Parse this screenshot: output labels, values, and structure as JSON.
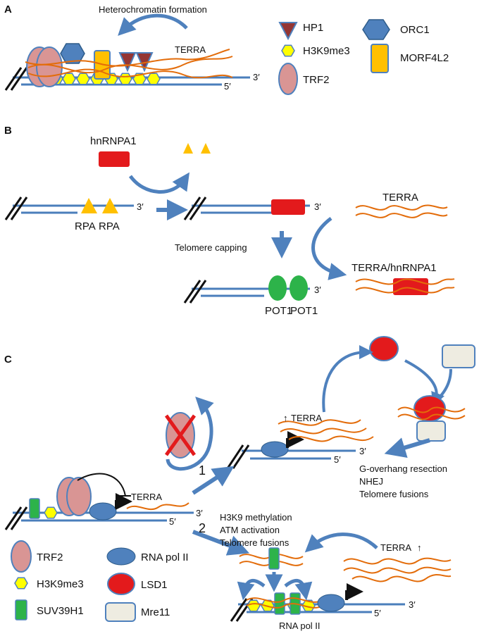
{
  "colors": {
    "dna": "#4a7ebb",
    "terra": "#e36c0a",
    "trf2": "#d99594",
    "orc1": "#4f81bd",
    "morf4l2": "#ffc000",
    "hp1": "#943634",
    "h3k9me3": "#ffff00",
    "rpa": "#ffc000",
    "hnrnpa1": "#e31a1c",
    "pot1": "#2db34a",
    "suv39h1": "#2db34a",
    "lsd1": "#e31a1c",
    "mre11": "#eeece1",
    "rnapol": "#4f81bd",
    "arrow": "#4f81bd"
  },
  "panelA": {
    "label": "A",
    "title": "Heterochromatin formation",
    "terra": "TERRA",
    "end3": "3′",
    "end5": "5′",
    "legend": {
      "hp1": "HP1",
      "h3k9me3": "H3K9me3",
      "trf2": "TRF2",
      "orc1": "ORC1",
      "morf4l2": "MORF4L2"
    }
  },
  "panelB": {
    "label": "B",
    "hnrnpa1": "hnRNPA1",
    "rpa1": "RPA",
    "rpa2": "RPA",
    "end3a": "3′",
    "end3b": "3′",
    "end3c": "3′",
    "terra": "TERRA",
    "capping": "Telomere capping",
    "pot1a": "POT1",
    "pot1b": "POT1",
    "complex": "TERRA/hnRNPA1"
  },
  "panelC": {
    "label": "C",
    "step1": "1",
    "step2": "2",
    "terra_left": "TERRA",
    "terra_up": "TERRA",
    "terra_right": "TERRA",
    "up_arrow": "↑",
    "end3a": "3′",
    "end5a": "5′",
    "end3b": "3′",
    "end5b": "5′",
    "end3c": "3′",
    "end5c": "5′",
    "effects1": [
      "G-overhang resection",
      "NHEJ",
      "Telomere fusions"
    ],
    "effects2": [
      "H3K9 methylation",
      "ATM activation",
      "Telomere fusions"
    ],
    "rnapol_label": "RNA pol II",
    "legend": {
      "trf2": "TRF2",
      "h3k9me3": "H3K9me3",
      "suv39h1": "SUV39H1",
      "rnapol": "RNA pol II",
      "lsd1": "LSD1",
      "mre11": "Mre11"
    }
  }
}
